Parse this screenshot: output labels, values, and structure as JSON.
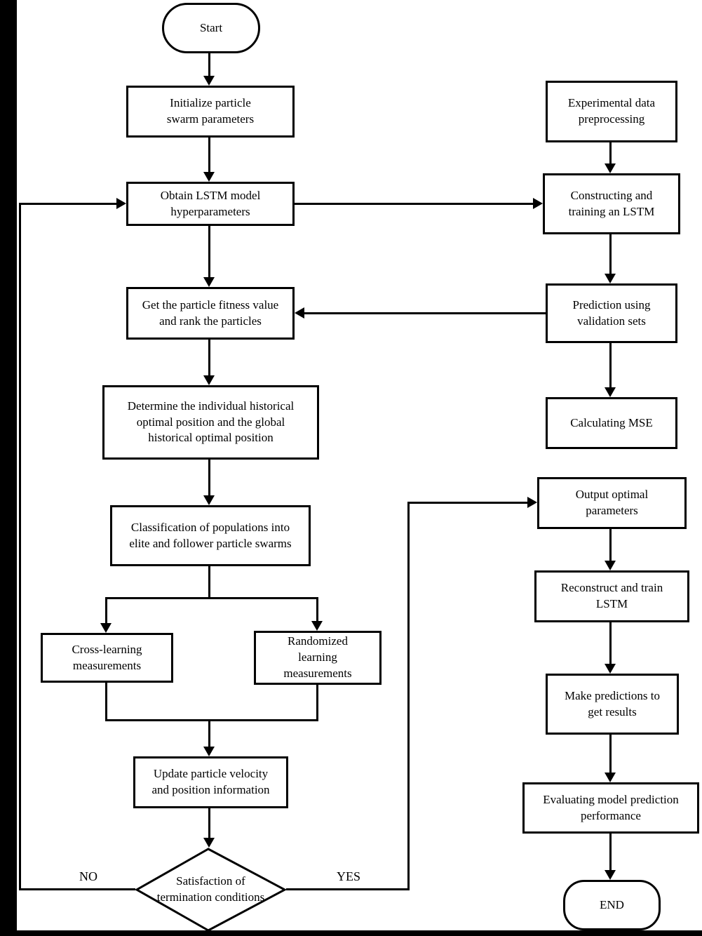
{
  "diagram_type": "flowchart",
  "colors": {
    "line": "#000000",
    "background": "#ffffff",
    "node_fill": "#ffffff",
    "text": "#000000"
  },
  "nodes": {
    "start": {
      "label": "Start",
      "shape": "terminator"
    },
    "init": {
      "label": "Initialize particle\nswarm parameters",
      "shape": "process"
    },
    "obtain": {
      "label": "Obtain LSTM model\nhyperparameters",
      "shape": "process"
    },
    "fitness": {
      "label": "Get the particle fitness value\nand rank the particles",
      "shape": "process"
    },
    "determine": {
      "label": "Determine the individual historical\noptimal position and the global\nhistorical optimal position",
      "shape": "process"
    },
    "classification": {
      "label": "Classification of populations into\nelite and follower particle swarms",
      "shape": "process"
    },
    "cross": {
      "label": "Cross-learning\nmeasurements",
      "shape": "process"
    },
    "random": {
      "label": "Randomized\nlearning\nmeasurements",
      "shape": "process"
    },
    "update": {
      "label": "Update particle velocity\nand position information",
      "shape": "process"
    },
    "decision": {
      "label": "Satisfaction of\ntermination conditions",
      "shape": "decision"
    },
    "expdata": {
      "label": "Experimental data\npreprocessing",
      "shape": "process"
    },
    "construct": {
      "label": "Constructing and\ntraining an LSTM",
      "shape": "process"
    },
    "predict": {
      "label": "Prediction using\nvalidation sets",
      "shape": "process"
    },
    "mse": {
      "label": "Calculating MSE",
      "shape": "process"
    },
    "output": {
      "label": "Output optimal\nparameters",
      "shape": "process"
    },
    "reconstruct": {
      "label": "Reconstruct and train\nLSTM",
      "shape": "process"
    },
    "makepred": {
      "label": "Make predictions to\nget results",
      "shape": "process"
    },
    "evaluate": {
      "label": "Evaluating model prediction\nperformance",
      "shape": "process"
    },
    "end": {
      "label": "END",
      "shape": "terminator"
    }
  },
  "edge_labels": {
    "no": "NO",
    "yes": "YES"
  }
}
